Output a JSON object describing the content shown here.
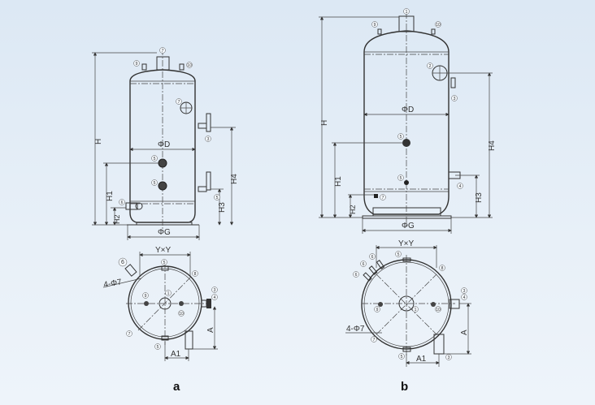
{
  "figure_a": {
    "caption": "a",
    "dims": {
      "H": "H",
      "H1": "H1",
      "H2": "H2",
      "H3": "H3",
      "H4": "H4",
      "D": "ΦD",
      "G": "ΦG",
      "YY": "Y×Y",
      "bolt": "4-Φ7",
      "A": "A",
      "A1": "A1"
    },
    "markers": {
      "top_pipe": "7",
      "left_nozzle": "9",
      "right_nozzle": "10",
      "manhole": "7",
      "side_upper": "3",
      "mid_upper": "5",
      "mid_lower": "5",
      "side_lower": "5",
      "drain": "6",
      "tv_top": "5",
      "tv_center": "1",
      "tv_left": "9",
      "tv_right": "10",
      "tv_ur": "8",
      "tv_ll": "7",
      "tv_bottom": "5",
      "tv_r1": "3",
      "tv_r2": "4",
      "tv_ul": "6"
    }
  },
  "figure_b": {
    "caption": "b",
    "dims": {
      "H": "H",
      "H1": "H1",
      "H2": "H2",
      "H3": "H3",
      "H4": "H4",
      "D": "ΦD",
      "G": "ΦG",
      "YY": "Y×Y",
      "bolt": "4-Φ7",
      "A": "A",
      "A1": "A1"
    },
    "markers": {
      "top_pipe": "1",
      "left_nozzle": "9",
      "right_nozzle": "10",
      "manhole": "2",
      "side_valve": "3",
      "mid_upper": "5",
      "mid_lower": "5",
      "side_pipe": "4",
      "drain": "7",
      "tv_top": "5",
      "tv_ul1": "6",
      "tv_ul2": "6",
      "tv_ul3": "6",
      "tv_ur": "8",
      "tv_r1": "3",
      "tv_r2": "4",
      "tv_left": "9",
      "tv_center": "1",
      "tv_right": "10",
      "tv_ll": "7",
      "tv_bottom": "5",
      "tv_br": "3"
    }
  }
}
